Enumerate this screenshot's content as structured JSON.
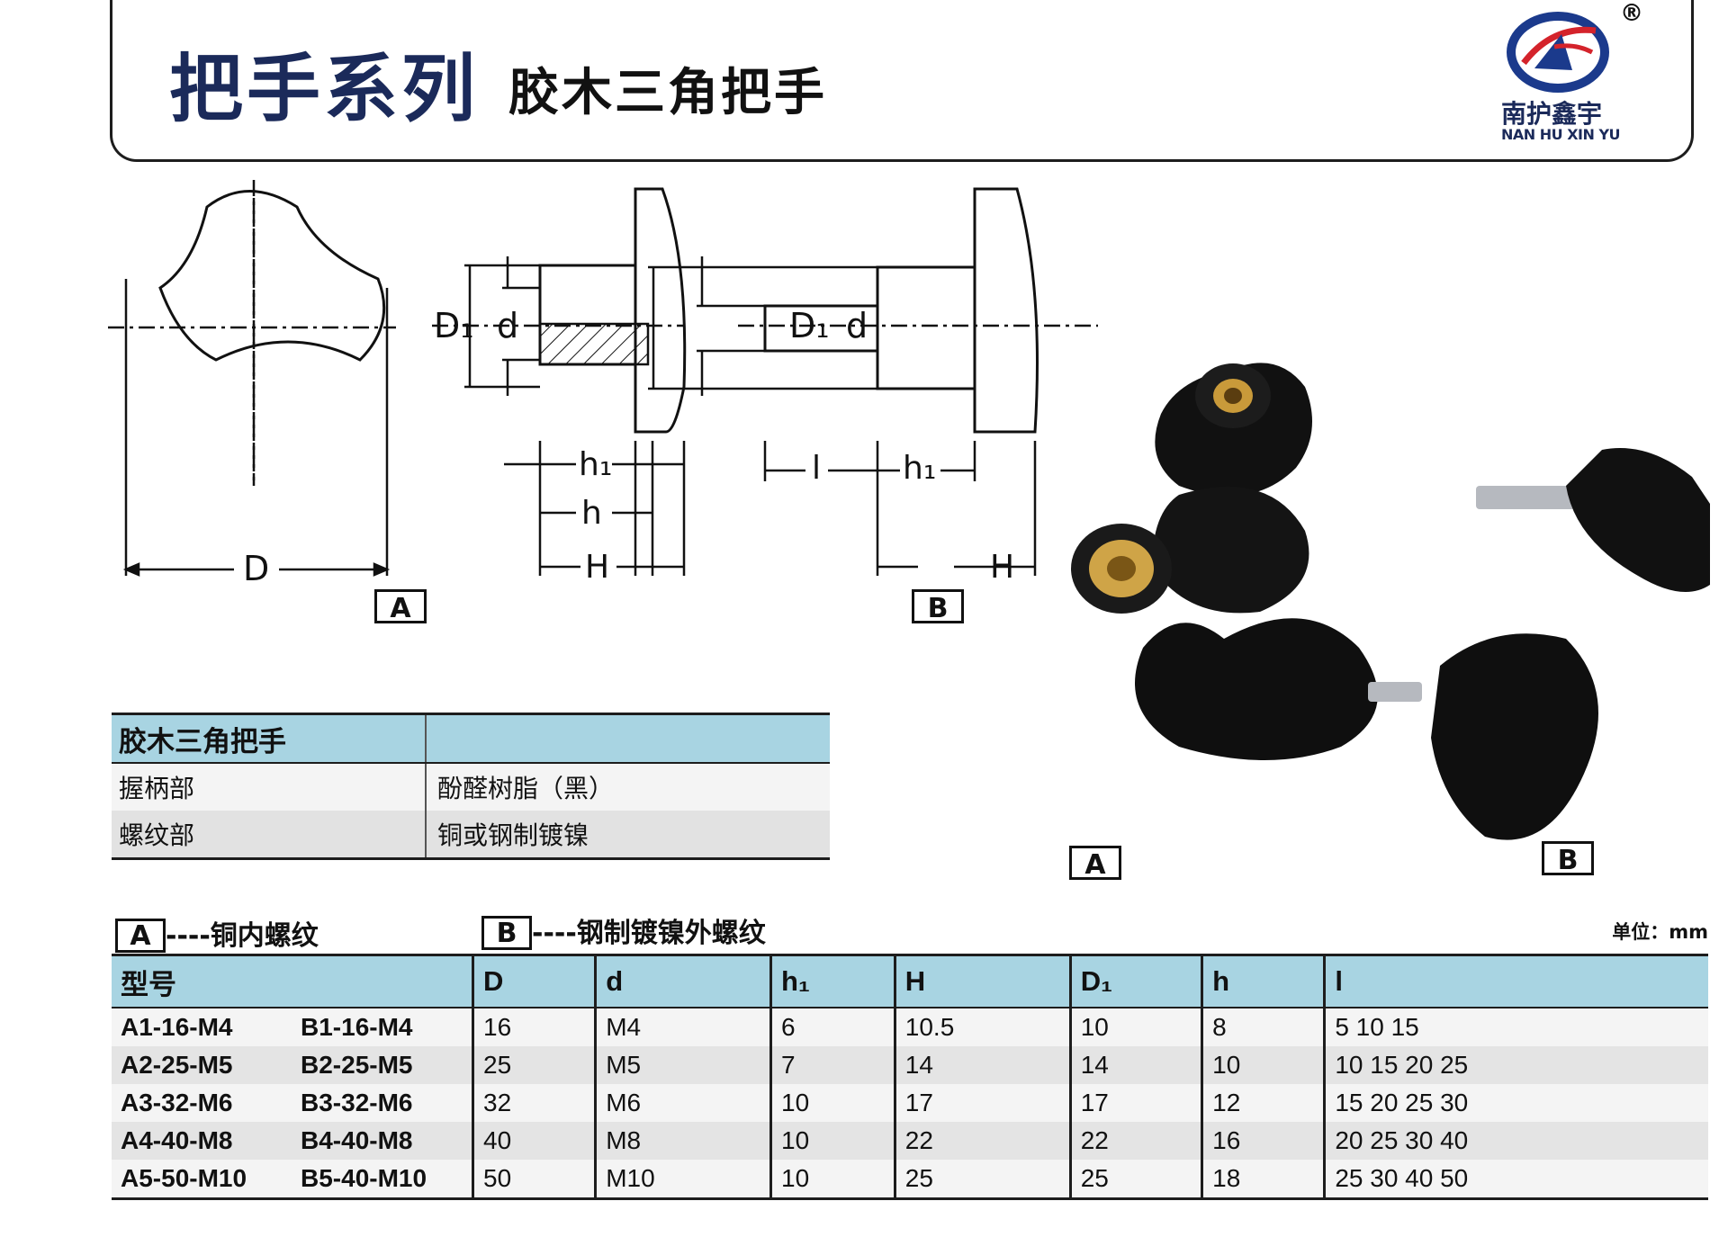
{
  "header": {
    "series_title": "把手系列",
    "product_title": "胶木三角把手",
    "brand_cn": "南护鑫宇",
    "brand_en": "NAN HU XIN YU",
    "reg_mark": "®"
  },
  "drawing": {
    "label_A": "A",
    "label_B": "B",
    "dim_D": "D",
    "dim_D1": "D₁",
    "dim_d": "d",
    "dim_h1": "h₁",
    "dim_h": "h",
    "dim_H": "H",
    "dim_l": "l"
  },
  "photos": {
    "label_A": "A",
    "label_B": "B"
  },
  "material_table": {
    "header": [
      "胶木三角把手",
      ""
    ],
    "rows": [
      [
        "握柄部",
        "酚醛树脂（黑）"
      ],
      [
        "螺纹部",
        "铜或钢制镀镍"
      ]
    ]
  },
  "legend": {
    "a_box": "A",
    "a_text": "----铜内螺纹",
    "b_box": "B",
    "b_text": "----钢制镀镍外螺纹",
    "unit": "单位：mm"
  },
  "spec_table": {
    "headers": [
      "型号",
      "D",
      "d",
      "h₁",
      "H",
      "D₁",
      "h",
      "l"
    ],
    "rows": [
      [
        "A1-16-M4",
        "B1-16-M4",
        "16",
        "M4",
        "6",
        "10.5",
        "10",
        "8",
        "5  10  15"
      ],
      [
        "A2-25-M5",
        "B2-25-M5",
        "25",
        "M5",
        "7",
        "14",
        "14",
        "10",
        "10  15  20  25"
      ],
      [
        "A3-32-M6",
        "B3-32-M6",
        "32",
        "M6",
        "10",
        "17",
        "17",
        "12",
        "15  20  25  30"
      ],
      [
        "A4-40-M8",
        "B4-40-M8",
        "40",
        "M8",
        "10",
        "22",
        "22",
        "16",
        "20  25  30  40"
      ],
      [
        "A5-50-M10",
        "B5-40-M10",
        "50",
        "M10",
        "10",
        "25",
        "25",
        "18",
        "25  30  40  50"
      ]
    ]
  },
  "colors": {
    "header_blue": "#1b2a5a",
    "table_header": "#a8d4e2",
    "logo_red": "#d4232b"
  }
}
